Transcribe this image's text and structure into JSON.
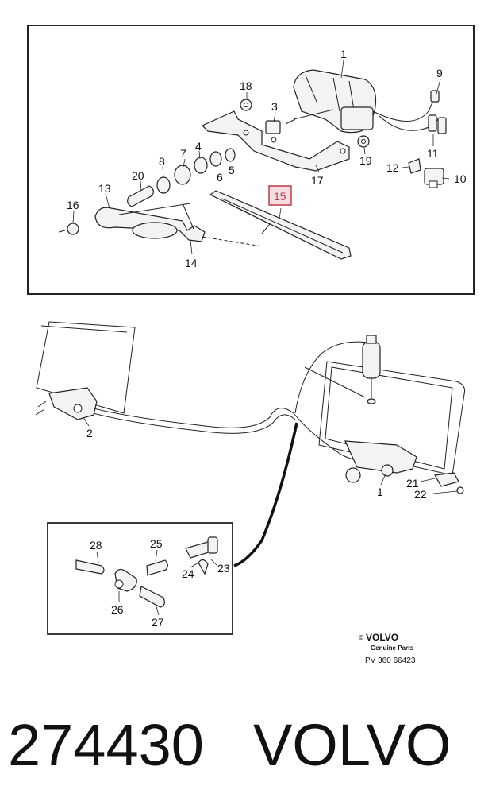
{
  "callouts_top": {
    "c1": "1",
    "c3": "3",
    "c4": "4",
    "c5": "5",
    "c6": "6",
    "c7": "7",
    "c8": "8",
    "c9": "9",
    "c10": "10",
    "c11": "11",
    "c12": "12",
    "c13": "13",
    "c14": "14",
    "c15": "15",
    "c16": "16",
    "c17": "17",
    "c18": "18",
    "c19": "19",
    "c20": "20"
  },
  "callouts_mid": {
    "c2": "2",
    "c1": "1",
    "c21": "21",
    "c22": "22"
  },
  "callouts_inset": {
    "c23": "23",
    "c24": "24",
    "c25": "25",
    "c26": "26",
    "c27": "27",
    "c28": "28"
  },
  "branding": {
    "logo": "VOLVO",
    "copyright": "©",
    "genuine": "Genuine Parts",
    "reference": "PV 360  66423"
  },
  "caption": {
    "part_number": "274430",
    "brand": "VOLVO"
  },
  "colors": {
    "highlight": "#c23a4a",
    "highlight_fill": "#f6dde0"
  }
}
